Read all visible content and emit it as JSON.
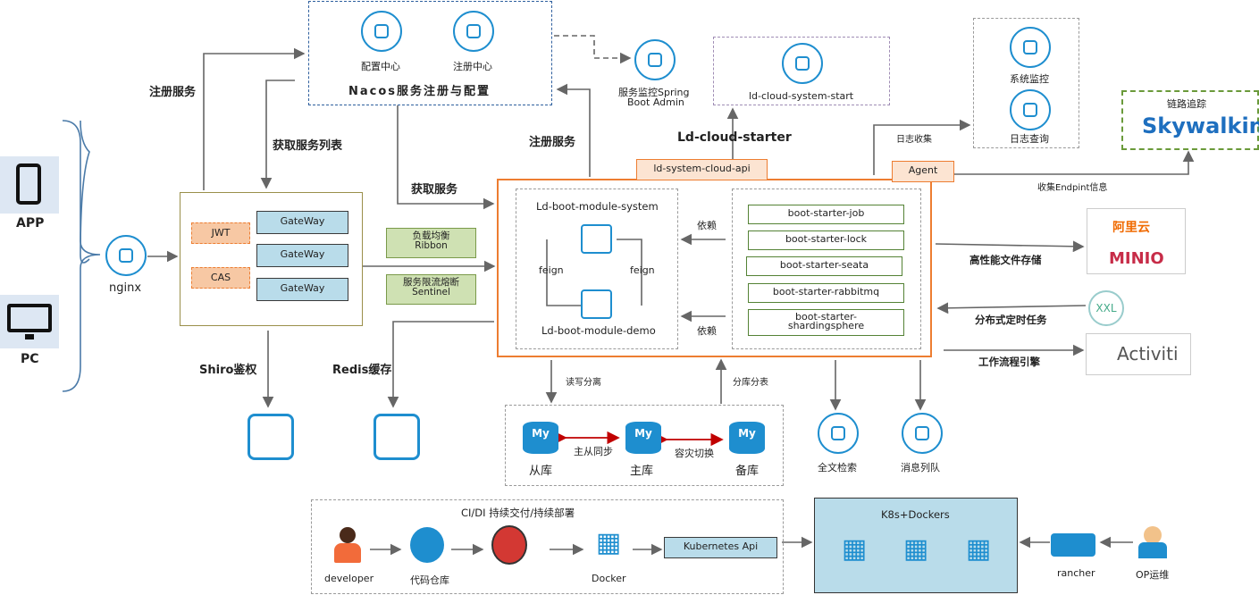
{
  "clients": {
    "app": "APP",
    "pc": "PC",
    "nginx": "nginx"
  },
  "nacos": {
    "config": "配置中心",
    "registry": "注册中心",
    "title": "Nacos服务注册与配置"
  },
  "admin": {
    "line1": "服务监控Spring",
    "line2": "Boot Admin"
  },
  "cloud_start": "ld-cloud-system-start",
  "cloud_starter": "Ld-cloud-starter",
  "monitor": {
    "sys": "系统监控",
    "log": "日志查询"
  },
  "skywalking": {
    "title": "链路追踪",
    "logo": "Skywalking"
  },
  "labels": {
    "register1": "注册服务",
    "get_list": "获取服务列表",
    "register2": "注册服务",
    "get_service": "获取服务",
    "log_collect": "日志收集",
    "endpoint": "收集Endpint信息",
    "rely1": "依赖",
    "rely2": "依赖",
    "rw_split": "读写分离",
    "shard": "分库分表",
    "storage": "高性能文件存储",
    "sched": "分布式定时任务",
    "workflow": "工作流程引擎",
    "shiro": "Shiro鉴权",
    "redis": "Redis缓存",
    "master_slave": "主从同步",
    "failover": "容灾切换"
  },
  "gateway": {
    "jwt": "JWT",
    "cas": "CAS",
    "items": [
      "GateWay",
      "GateWay",
      "GateWay"
    ]
  },
  "ribbon": {
    "line1": "负载均衡",
    "line2": "Ribbon"
  },
  "sentinel": {
    "line1": "服务限流熔断",
    "line2": "Sentinel"
  },
  "core": {
    "cloud_api": "ld-system-cloud-api",
    "agent": "Agent",
    "system": "Ld-boot-module-system",
    "demo": "Ld-boot-module-demo",
    "feign_left": "feign",
    "feign_right": "feign",
    "starters": [
      "boot-starter-job",
      "boot-starter-lock",
      "boot-starter-seata",
      "boot-starter-rabbitmq"
    ],
    "sharding_line1": "boot-starter-",
    "sharding_line2": "shardingsphere"
  },
  "db": {
    "slave": "从库",
    "master": "主库",
    "backup": "备库",
    "my": "My"
  },
  "storage": {
    "aliyun": "阿里云",
    "minio": "MINIO"
  },
  "xxl": "XXL",
  "activiti": "Activiti",
  "search": "全文检索",
  "mq": "消息列队",
  "ci": {
    "title": "CI/DI 持续交付/持续部署",
    "developer": "developer",
    "repo": "代码仓库",
    "docker": "Docker",
    "k8s_api": "Kubernetes Api"
  },
  "k8s": {
    "title": "K8s+Dockers",
    "rancher": "rancher",
    "op": "OP运维"
  },
  "colors": {
    "blue": "#1e8ecf",
    "orange": "#ed7d31",
    "green": "#548235",
    "gateway": "#b9dcea"
  }
}
